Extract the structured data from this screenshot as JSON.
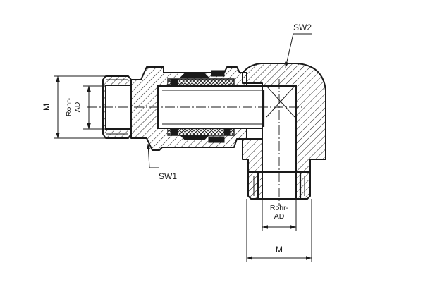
{
  "labels": {
    "sw1": "SW1",
    "sw2": "SW2",
    "m_left": "M",
    "m_bottom": "M",
    "rohr_ad_left_line1": "Rohr-",
    "rohr_ad_left_line2": "AD",
    "rohr_ad_bottom_line1": "Rohr-",
    "rohr_ad_bottom_line2": "AD"
  },
  "colors": {
    "ink": "#1a1a1a",
    "background": "#ffffff"
  }
}
